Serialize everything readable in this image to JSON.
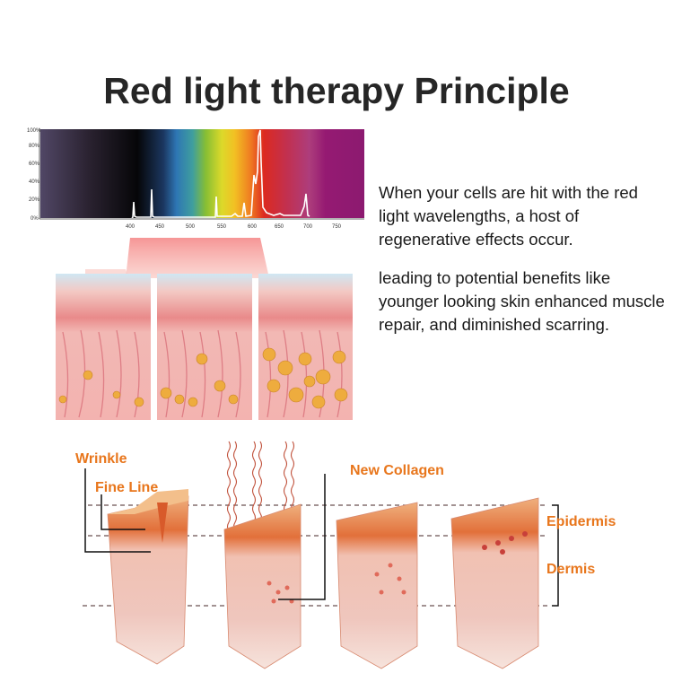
{
  "title": "Red light therapy Principle",
  "spectrum": {
    "y_ticks": [
      "100%",
      "80%",
      "60%",
      "40%",
      "20%",
      "0%"
    ],
    "x_ticks": [
      "400",
      "450",
      "500",
      "550",
      "600",
      "650",
      "700",
      "750"
    ]
  },
  "text": {
    "paragraph1": "When your cells are hit with the red light wavelengths, a host of regenerative effects occur.",
    "paragraph2": "leading to potential benefits like younger looking skin enhanced muscle repair, and diminished scarring."
  },
  "diagram": {
    "labels": {
      "wrinkle": "Wrinkle",
      "fine_line": "Fine Line",
      "new_collagen": "New Collagen",
      "epidermis": "Epidermis",
      "dermis": "Dermis"
    },
    "label_color": "#e8761c"
  }
}
